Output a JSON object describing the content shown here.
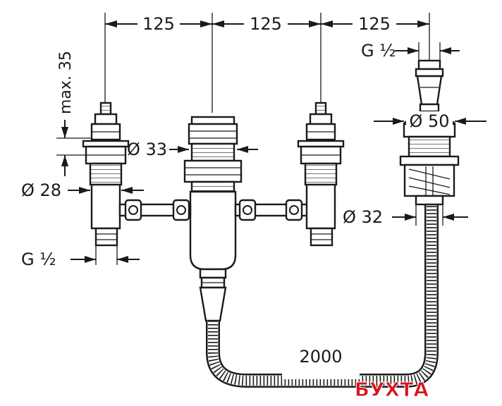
{
  "dimensions": {
    "spacing_1": "125",
    "spacing_2": "125",
    "spacing_3": "125",
    "max_height": "max. 35",
    "diameter_33": "Ø 33",
    "diameter_28": "Ø 28",
    "thread_left": "G ½",
    "thread_right": "G ½",
    "diameter_50": "Ø 50",
    "diameter_32": "Ø 32",
    "hose_length": "2000"
  },
  "watermark": {
    "text": "БУХТА",
    "color": "#d9141c"
  },
  "colors": {
    "line": "#1a1a1a",
    "background": "#ffffff"
  }
}
